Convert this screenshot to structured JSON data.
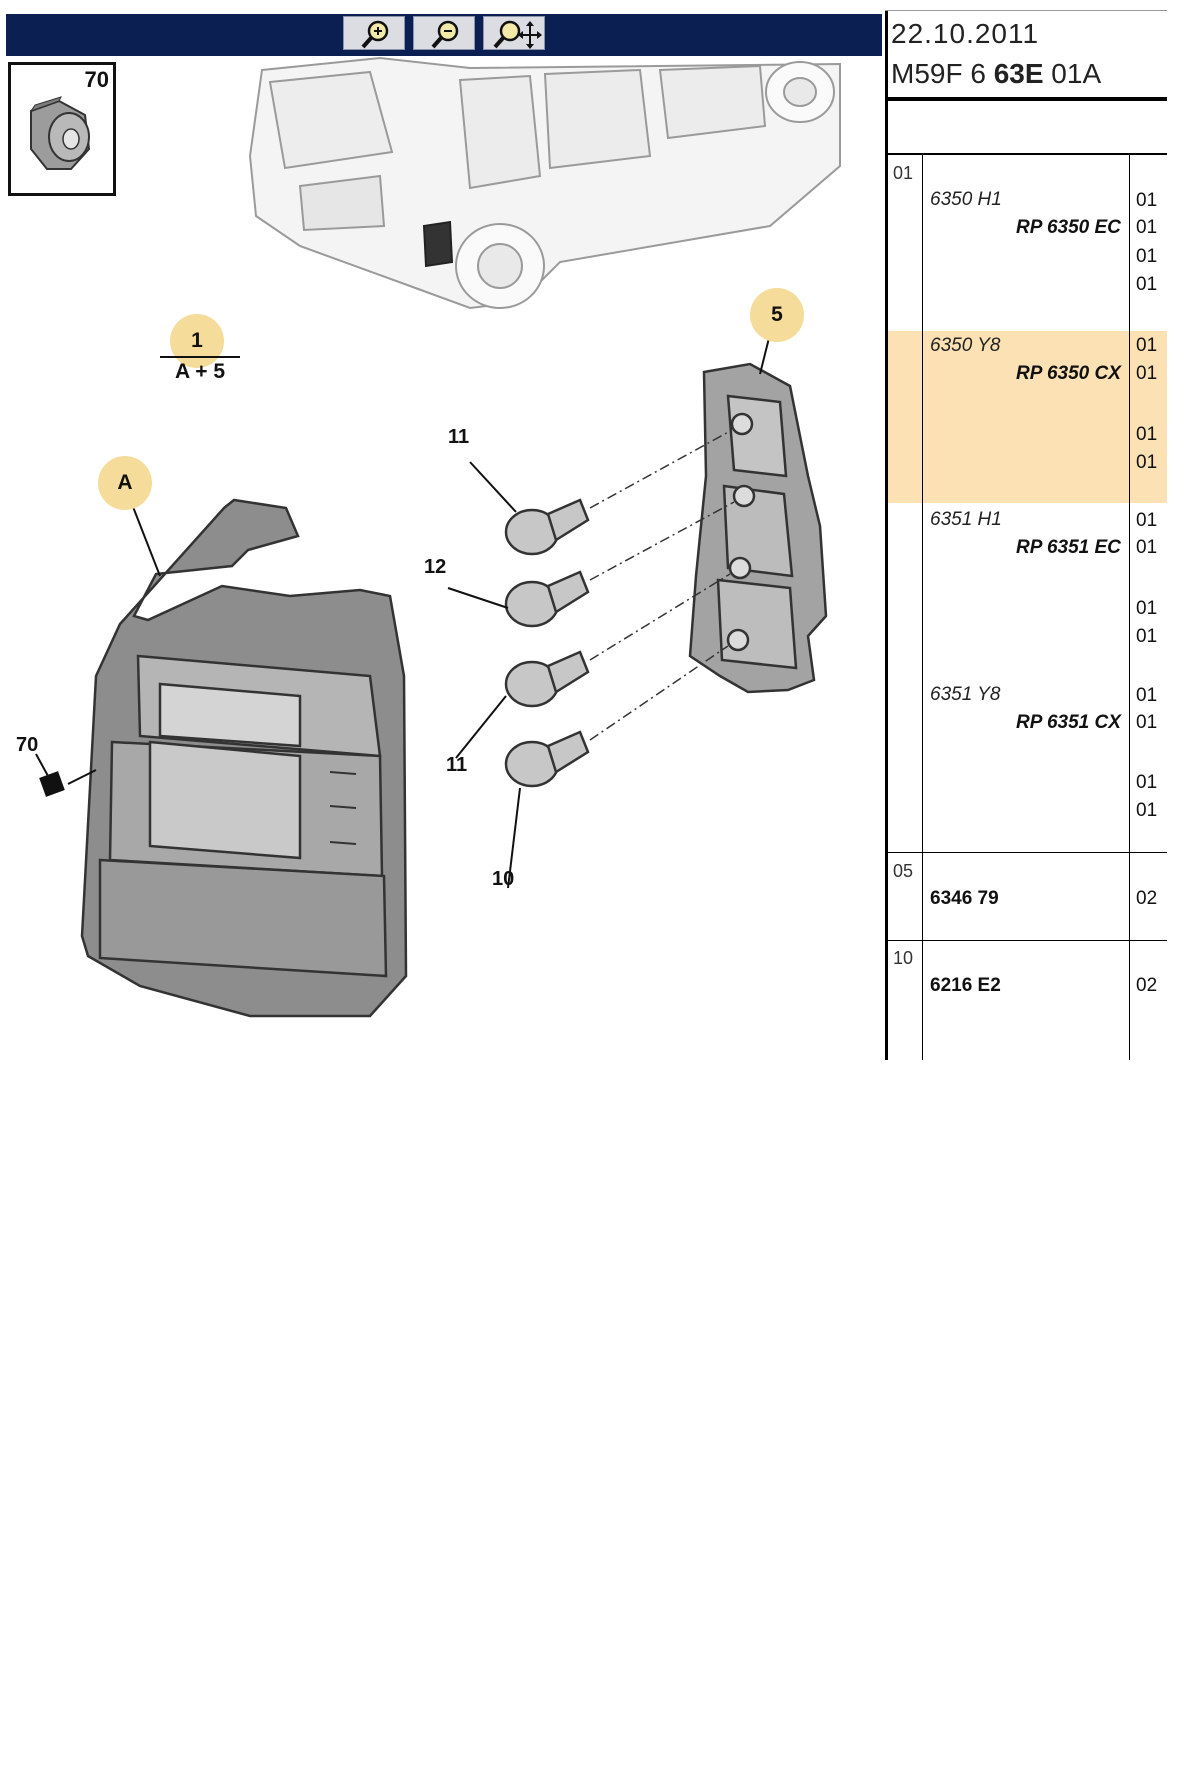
{
  "viewer": {
    "toolbar": {
      "buttons": [
        {
          "name": "zoom-in-button",
          "icon": "zoom-in-icon"
        },
        {
          "name": "zoom-out-button",
          "icon": "zoom-out-icon"
        },
        {
          "name": "pan-zoom-button",
          "icon": "pan-zoom-icon"
        }
      ],
      "bg_color": "#0b1f52"
    },
    "inset": {
      "label": "70"
    },
    "callouts": {
      "kit_number": "1",
      "kit_formula": "A + 5",
      "assembly": "A",
      "lamp_holder": "5",
      "bulb_upper": "11",
      "bulb_second": "12",
      "bulb_third": "11",
      "bulb_lower": "10",
      "clip": "70"
    },
    "badge_color": "#f6dc9a"
  },
  "panel": {
    "date": "22.10.2011",
    "ref_prefix": "M59F 6 ",
    "ref_bold": "63E",
    "ref_suffix": " 01A",
    "highlight_color": "#fbe1b4",
    "groups": [
      {
        "position": "01",
        "entries": [
          {
            "oem": "6350 H1",
            "rp": "RP 6350 EC",
            "qty": [
              "01",
              "01",
              "01",
              "01"
            ],
            "highlighted": false
          },
          {
            "oem": "6350 Y8",
            "rp": "RP 6350 CX",
            "qty": [
              "01",
              "01",
              "01",
              "01"
            ],
            "highlighted": true
          },
          {
            "oem": "6351 H1",
            "rp": "RP 6351 EC",
            "qty": [
              "01",
              "01",
              "01",
              "01"
            ],
            "highlighted": false
          },
          {
            "oem": "6351 Y8",
            "rp": "RP 6351 CX",
            "qty": [
              "01",
              "01",
              "01",
              "01"
            ],
            "highlighted": false
          }
        ]
      },
      {
        "position": "05",
        "part": "6346 79",
        "qty": "02"
      },
      {
        "position": "10",
        "part": "6216 E2",
        "qty": "02"
      }
    ]
  }
}
